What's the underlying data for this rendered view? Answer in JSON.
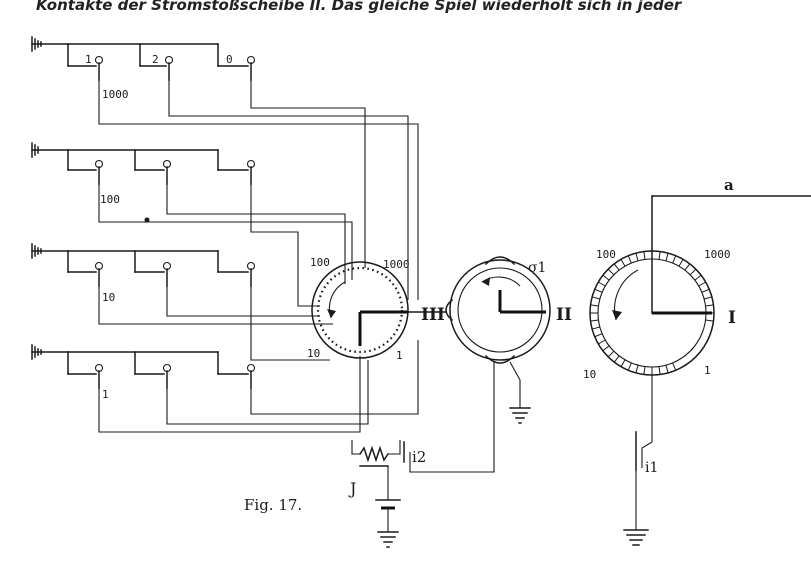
{
  "header_text": "Kontakte der Stromstoßscheibe II. Das gleiche Spiel wiederholt sich in jeder",
  "caption": "Fig. 17.",
  "contact_groups": [
    {
      "name": "1000",
      "labels": [
        "1",
        "2",
        "0"
      ]
    },
    {
      "name": "100",
      "labels": []
    },
    {
      "name": "10",
      "labels": []
    },
    {
      "name": "1",
      "labels": []
    }
  ],
  "selector": {
    "id": "III",
    "labels": {
      "top_left": "100",
      "top_right": "1000",
      "bottom_left": "10",
      "bottom_right": "1"
    }
  },
  "disk_ii": {
    "id": "II",
    "contact_label": "σ1"
  },
  "dial_i": {
    "id": "I",
    "labels": {
      "top_left": "100",
      "top_right": "1000",
      "bottom_left": "10",
      "bottom_right": "1"
    }
  },
  "line_label": "a",
  "magnet": {
    "label": "J",
    "contact": "i2"
  },
  "key": {
    "label": "i1"
  },
  "colors": {
    "ink": "#1a1a1a",
    "paper": "#ffffff"
  }
}
